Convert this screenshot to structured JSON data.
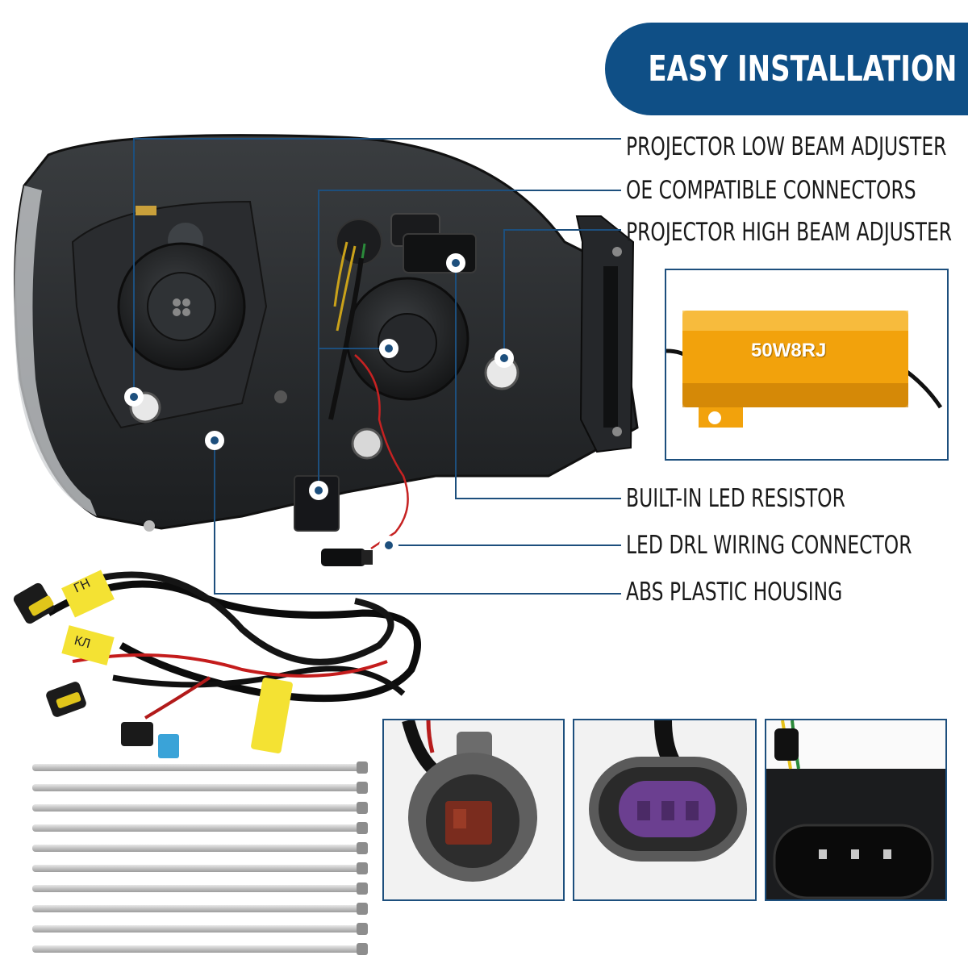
{
  "banner": {
    "title": "EASY INSTALLATION"
  },
  "callouts": [
    {
      "label": "PROJECTOR LOW BEAM ADJUSTER"
    },
    {
      "label": "OE COMPATIBLE CONNECTORS"
    },
    {
      "label": "PROJECTOR HIGH BEAM ADJUSTER"
    },
    {
      "label": "BUILT-IN LED RESISTOR"
    },
    {
      "label": "LED DRL WIRING CONNECTOR"
    },
    {
      "label": "ABS PLASTIC HOUSING"
    }
  ],
  "resistor": {
    "marking": "50W8RJ"
  },
  "harness_tags": {
    "tag1": "ГН",
    "tag2": "КЛ"
  },
  "colors": {
    "brand_blue": "#0f4f86",
    "callout_line": "#1d4f7d",
    "resistor_gold": "#f2a20c"
  }
}
